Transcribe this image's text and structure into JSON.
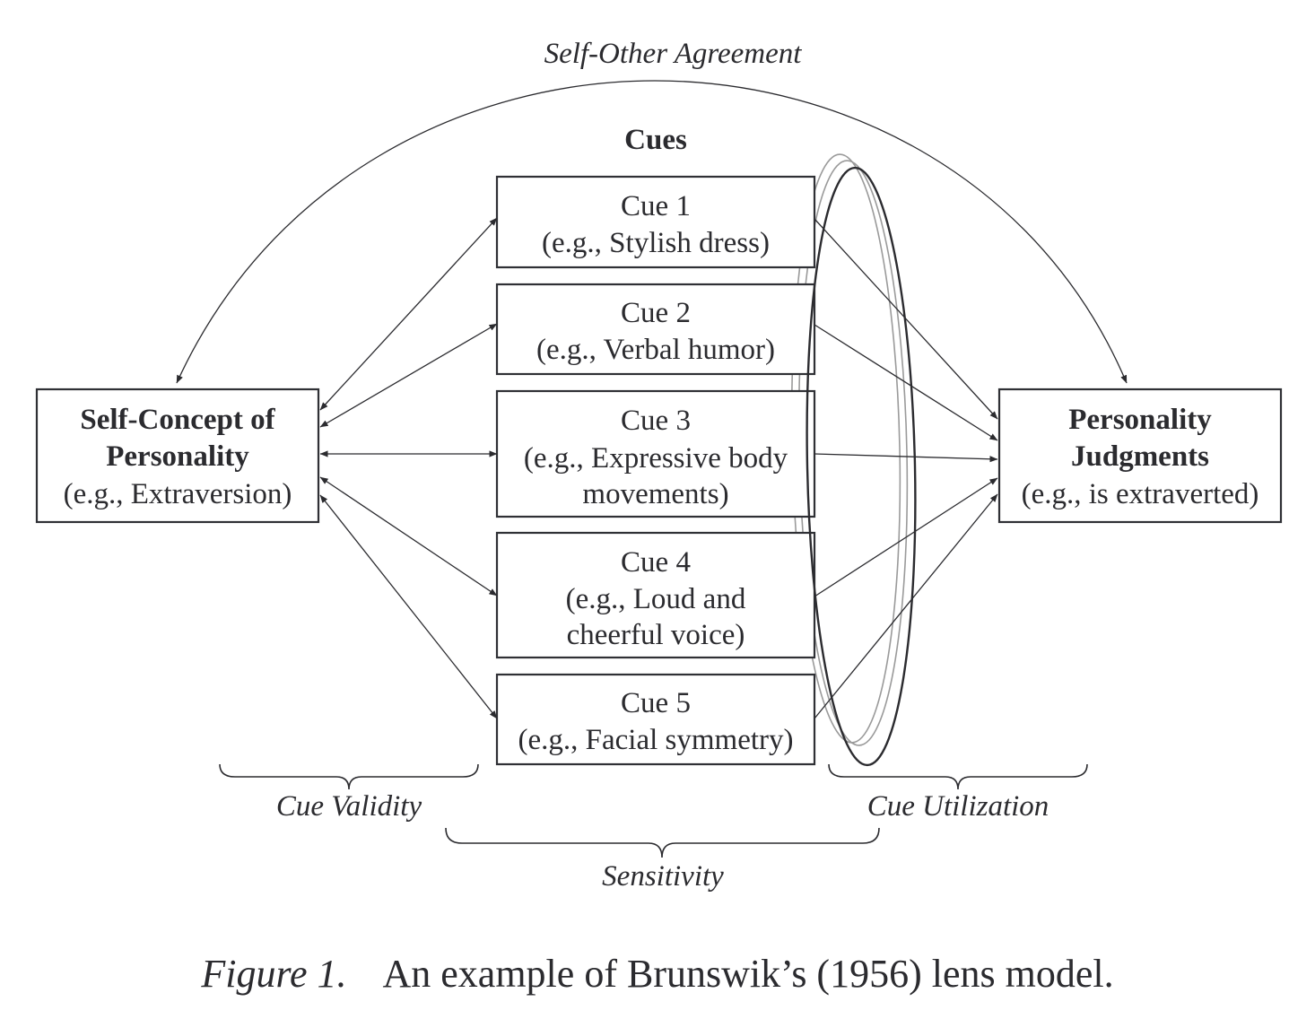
{
  "diagram": {
    "title_top": "Self-Other Agreement",
    "cues_header": "Cues",
    "left_box": {
      "line1": "Self-Concept of",
      "line2": "Personality",
      "line3": "(e.g., Extraversion)"
    },
    "right_box": {
      "line1": "Personality",
      "line2": "Judgments",
      "line3": "(e.g., is extraverted)"
    },
    "cues": [
      {
        "lines": [
          "Cue 1",
          "(e.g., Stylish dress)"
        ]
      },
      {
        "lines": [
          "Cue 2",
          "(e.g., Verbal humor)"
        ]
      },
      {
        "lines": [
          "Cue 3",
          "(e.g., Expressive body",
          "movements)"
        ]
      },
      {
        "lines": [
          "Cue 4",
          "(e.g., Loud and",
          "cheerful voice)"
        ]
      },
      {
        "lines": [
          "Cue 5",
          "(e.g., Facial symmetry)"
        ]
      }
    ],
    "labels": {
      "cue_validity": "Cue Validity",
      "cue_utilization": "Cue Utilization",
      "sensitivity": "Sensitivity"
    },
    "edges": [
      {
        "from": "self-concept",
        "to": "cue-1",
        "type": "bidirectional"
      },
      {
        "from": "self-concept",
        "to": "cue-2",
        "type": "bidirectional"
      },
      {
        "from": "self-concept",
        "to": "cue-3",
        "type": "bidirectional"
      },
      {
        "from": "self-concept",
        "to": "cue-4",
        "type": "bidirectional"
      },
      {
        "from": "self-concept",
        "to": "cue-5",
        "type": "bidirectional"
      },
      {
        "from": "cue-1",
        "to": "personality-judgments",
        "type": "directed"
      },
      {
        "from": "cue-2",
        "to": "personality-judgments",
        "type": "directed"
      },
      {
        "from": "cue-3",
        "to": "personality-judgments",
        "type": "directed"
      },
      {
        "from": "cue-4",
        "to": "personality-judgments",
        "type": "directed"
      },
      {
        "from": "cue-5",
        "to": "personality-judgments",
        "type": "directed"
      },
      {
        "from": "self-concept",
        "to": "personality-judgments",
        "type": "bidirectional-arc",
        "label": "Self-Other Agreement"
      }
    ]
  },
  "caption": {
    "figure_label": "Figure 1.",
    "text": "An example of Brunswik’s (1956) lens model."
  }
}
